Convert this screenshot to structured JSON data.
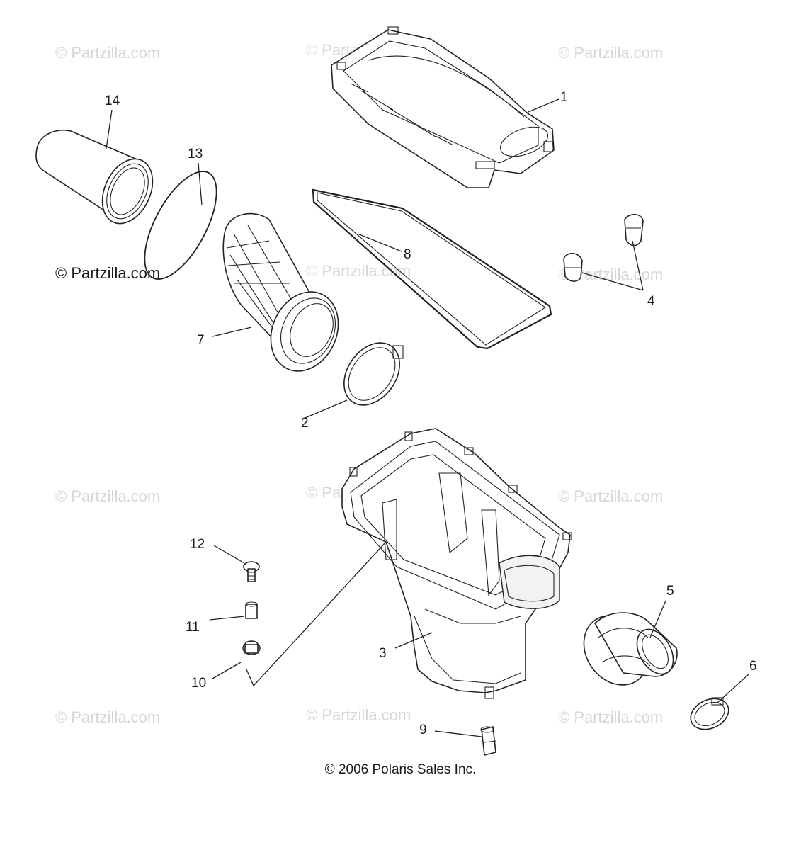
{
  "watermarks": {
    "w1": "© Partzilla.com",
    "w2": "© Partzilla.com",
    "w3": "© Partzilla.com",
    "w4": "© Partzilla.com",
    "w5": "© Partzilla.com",
    "w6": "© Partzilla.com",
    "w7": "© Partzilla.com",
    "w8": "© Partzilla.com",
    "w9": "© Partzilla.com",
    "w10": "© Partzilla.com",
    "w11": "© Partzilla.com",
    "w12": "© Partzilla.com"
  },
  "callouts": {
    "c1": "1",
    "c2": "2",
    "c3": "3",
    "c4": "4",
    "c5": "5",
    "c6": "6",
    "c7": "7",
    "c8": "8",
    "c9": "9",
    "c10": "10",
    "c11": "11",
    "c12": "12",
    "c13": "13",
    "c14": "14"
  },
  "footer": {
    "copyright": "© 2006 Polaris Sales Inc."
  }
}
